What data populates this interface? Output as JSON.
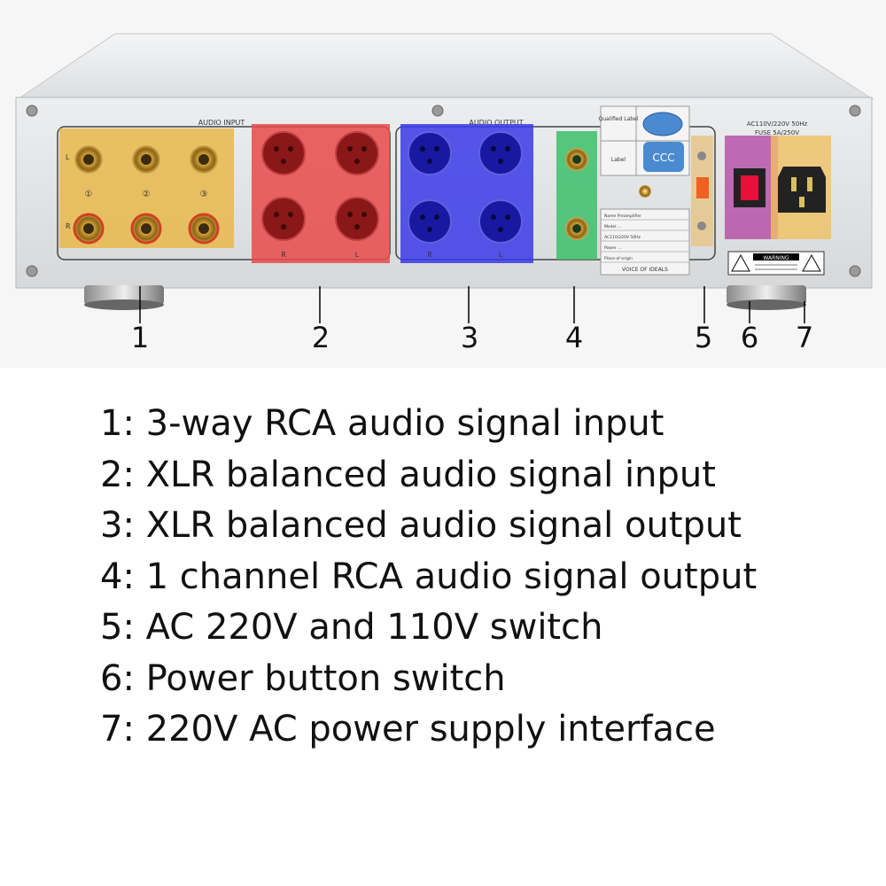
{
  "panel": {
    "audio_input_label": "AUDIO INPUT",
    "audio_output_label": "AUDIO OUTPUT",
    "rca_channel_marks": [
      "①",
      "②",
      "③"
    ],
    "rca_row_marks": [
      "L",
      "R"
    ],
    "xlr_channel_marks": [
      "R",
      "L"
    ],
    "qualified_label": "Qualified Label",
    "label_label": "Label",
    "ccc_mark": "CCC",
    "voltage_text": "AC110V/220V 50Hz",
    "fuse_text": "FUSE 5A/250V",
    "warning_text": "WARNING",
    "brand_text": "VOICE OF IDEALS",
    "spec_rows": [
      "Name   Preamplifier",
      "Model   ...",
      "AC110/220V 50Hz",
      "Power   ...",
      "Place of origin"
    ]
  },
  "callouts": [
    "1",
    "2",
    "3",
    "4",
    "5",
    "6",
    "7"
  ],
  "legend": [
    "1: 3-way RCA audio signal input",
    "2: XLR balanced audio signal input",
    "3: XLR balanced audio signal output",
    "4: 1 channel RCA audio signal output",
    "5: AC 220V and 110V switch",
    "6: Power button switch",
    "7: 220V AC power supply interface"
  ],
  "colors": {
    "rca_input_overlay": "#e8b84a",
    "xlr_input_overlay": "#e84a4a",
    "xlr_output_overlay": "#3a3ae8",
    "rca_output_overlay": "#3cc06a",
    "power_switch_overlay": "#b040a0",
    "iec_overlay": "#f0c060",
    "chassis": "#e6e8ea"
  }
}
